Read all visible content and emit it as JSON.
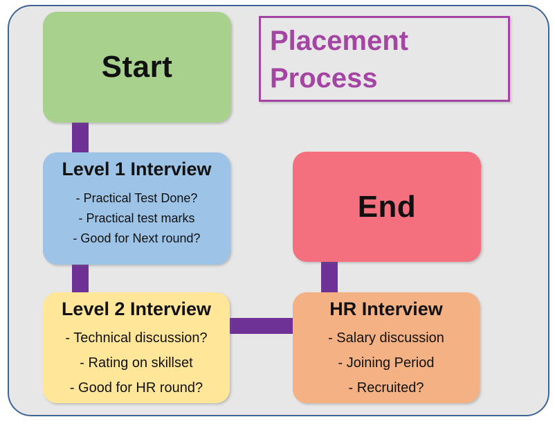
{
  "page": {
    "background": "#ffffff",
    "surface_color": "#e8e7e7",
    "surface_border_color": "#3e6494"
  },
  "title": {
    "label": "Placement Process",
    "color": "#a445a4",
    "border_color": "#a445a4"
  },
  "connector_color": "#6e3195",
  "nodes": {
    "start": {
      "label": "Start",
      "bg": "#a9d18e"
    },
    "level1": {
      "label": "Level 1 Interview",
      "bg": "#9dc3e6",
      "items": [
        "- Practical Test Done?",
        "- Practical test marks",
        "- Good for Next round?"
      ]
    },
    "level2": {
      "label": "Level 2 Interview",
      "bg": "#ffe699",
      "items": [
        "- Technical discussion?",
        "- Rating on skillset",
        "- Good for HR round?"
      ]
    },
    "hr": {
      "label": "HR Interview",
      "bg": "#f4b183",
      "items": [
        "- Salary discussion",
        "- Joining Period",
        "- Recruited?"
      ]
    },
    "end": {
      "label": "End",
      "bg": "#f5707e"
    }
  }
}
